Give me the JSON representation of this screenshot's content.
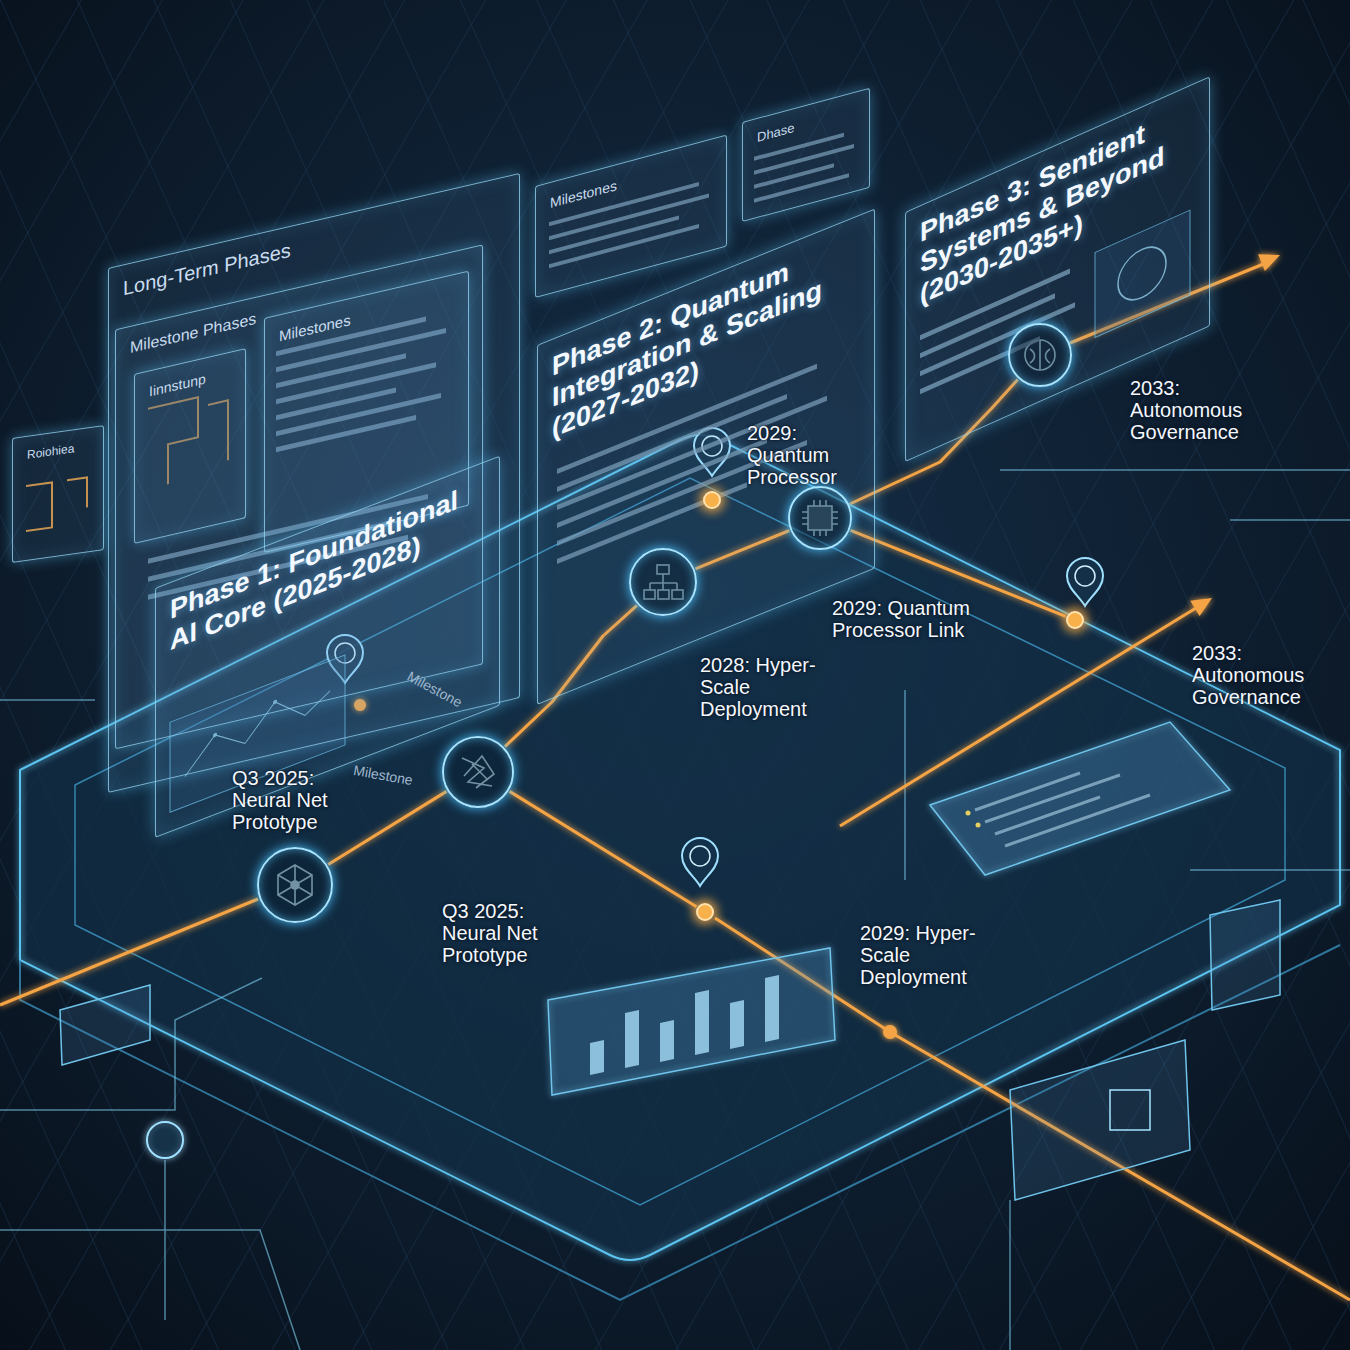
{
  "diagram": {
    "nodes": [
      {
        "text": [
          "Long-Term Phases"
        ]
      },
      {
        "text": [
          "Milestone Phases"
        ],
        "in": 0
      },
      {
        "text": [
          "Iinnstunp"
        ],
        "in": 1
      },
      {
        "text": [
          "Milestones"
        ],
        "in": 1
      },
      {
        "text": [
          "Milestones"
        ]
      },
      {
        "text": [
          "Dhase"
        ]
      },
      {
        "text": [
          "Roiohiea"
        ]
      },
      {
        "text": [
          "Phase 1: Foundational AI Core (2025-2028)"
        ]
      },
      {
        "text": [
          "Phase 2: Quantum Integration & Scaling (2027-2032)"
        ]
      },
      {
        "text": [
          "Phase 3: Sentient Systems & Beyond (2030-2035+)"
        ]
      },
      {
        "text": [
          "Q3 2025: Neural Net Prototype"
        ]
      },
      {
        "text": [
          "Q3 2025: Neural Net Prototype"
        ]
      },
      {
        "text": [
          "2028: Hyper-Scale Deployment"
        ]
      },
      {
        "text": [
          "2029: Quantum Processor"
        ]
      },
      {
        "text": [
          "2029: Quantum Processor Link"
        ]
      },
      {
        "text": [
          "2033: Autonomous Governance"
        ]
      },
      {
        "text": [
          "2033: Autonomous Governance"
        ]
      },
      {
        "text": [
          "2029: Hyper-Scale Deployment"
        ]
      }
    ],
    "edges": [
      {
        "from": 10,
        "to": 11,
        "arrow": "none"
      },
      {
        "from": 11,
        "to": 12,
        "arrow": "none"
      },
      {
        "from": 12,
        "to": 14,
        "arrow": "none"
      },
      {
        "from": 14,
        "to": 15,
        "arrow": "none"
      },
      {
        "from": 11,
        "to": 17,
        "arrow": "none"
      },
      {
        "from": 14,
        "to": 16,
        "arrow": "none"
      }
    ],
    "labels": [
      "Milestone",
      "Milestone"
    ]
  }
}
